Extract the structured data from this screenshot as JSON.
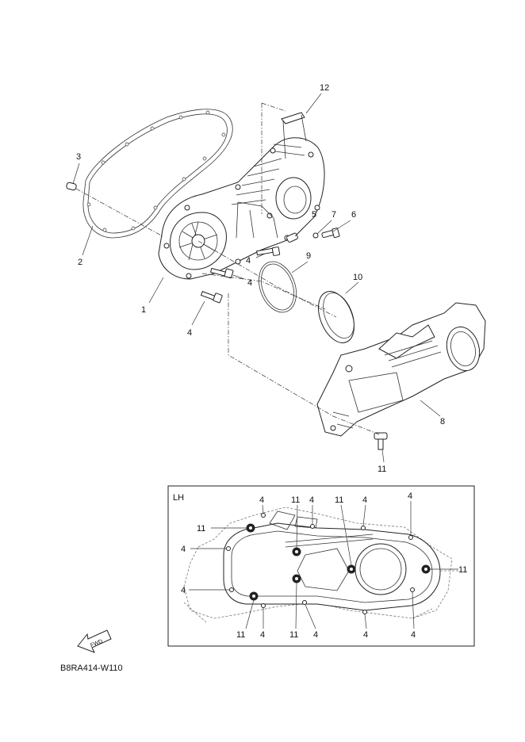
{
  "callouts": {
    "c1": "1",
    "c2": "2",
    "c3": "3",
    "c4a": "4",
    "c4b": "4",
    "c4c": "4",
    "c5": "5",
    "c6": "6",
    "c7": "7",
    "c8": "8",
    "c9": "9",
    "c10": "10",
    "c11": "11",
    "c12": "12"
  },
  "inset": {
    "label": "LH",
    "callouts": {
      "t4a": "4",
      "t11a": "11",
      "t4b": "4",
      "t11b": "11",
      "t4c": "4",
      "t4d": "4",
      "l11": "11",
      "l4a": "4",
      "l4b": "4",
      "r11": "11",
      "b11a": "11",
      "b4a": "4",
      "b11b": "11",
      "b4b": "4",
      "b4c": "4",
      "b4d": "4"
    }
  },
  "fwd_label": "FWD",
  "diagram_code": "B8RA414-W110"
}
